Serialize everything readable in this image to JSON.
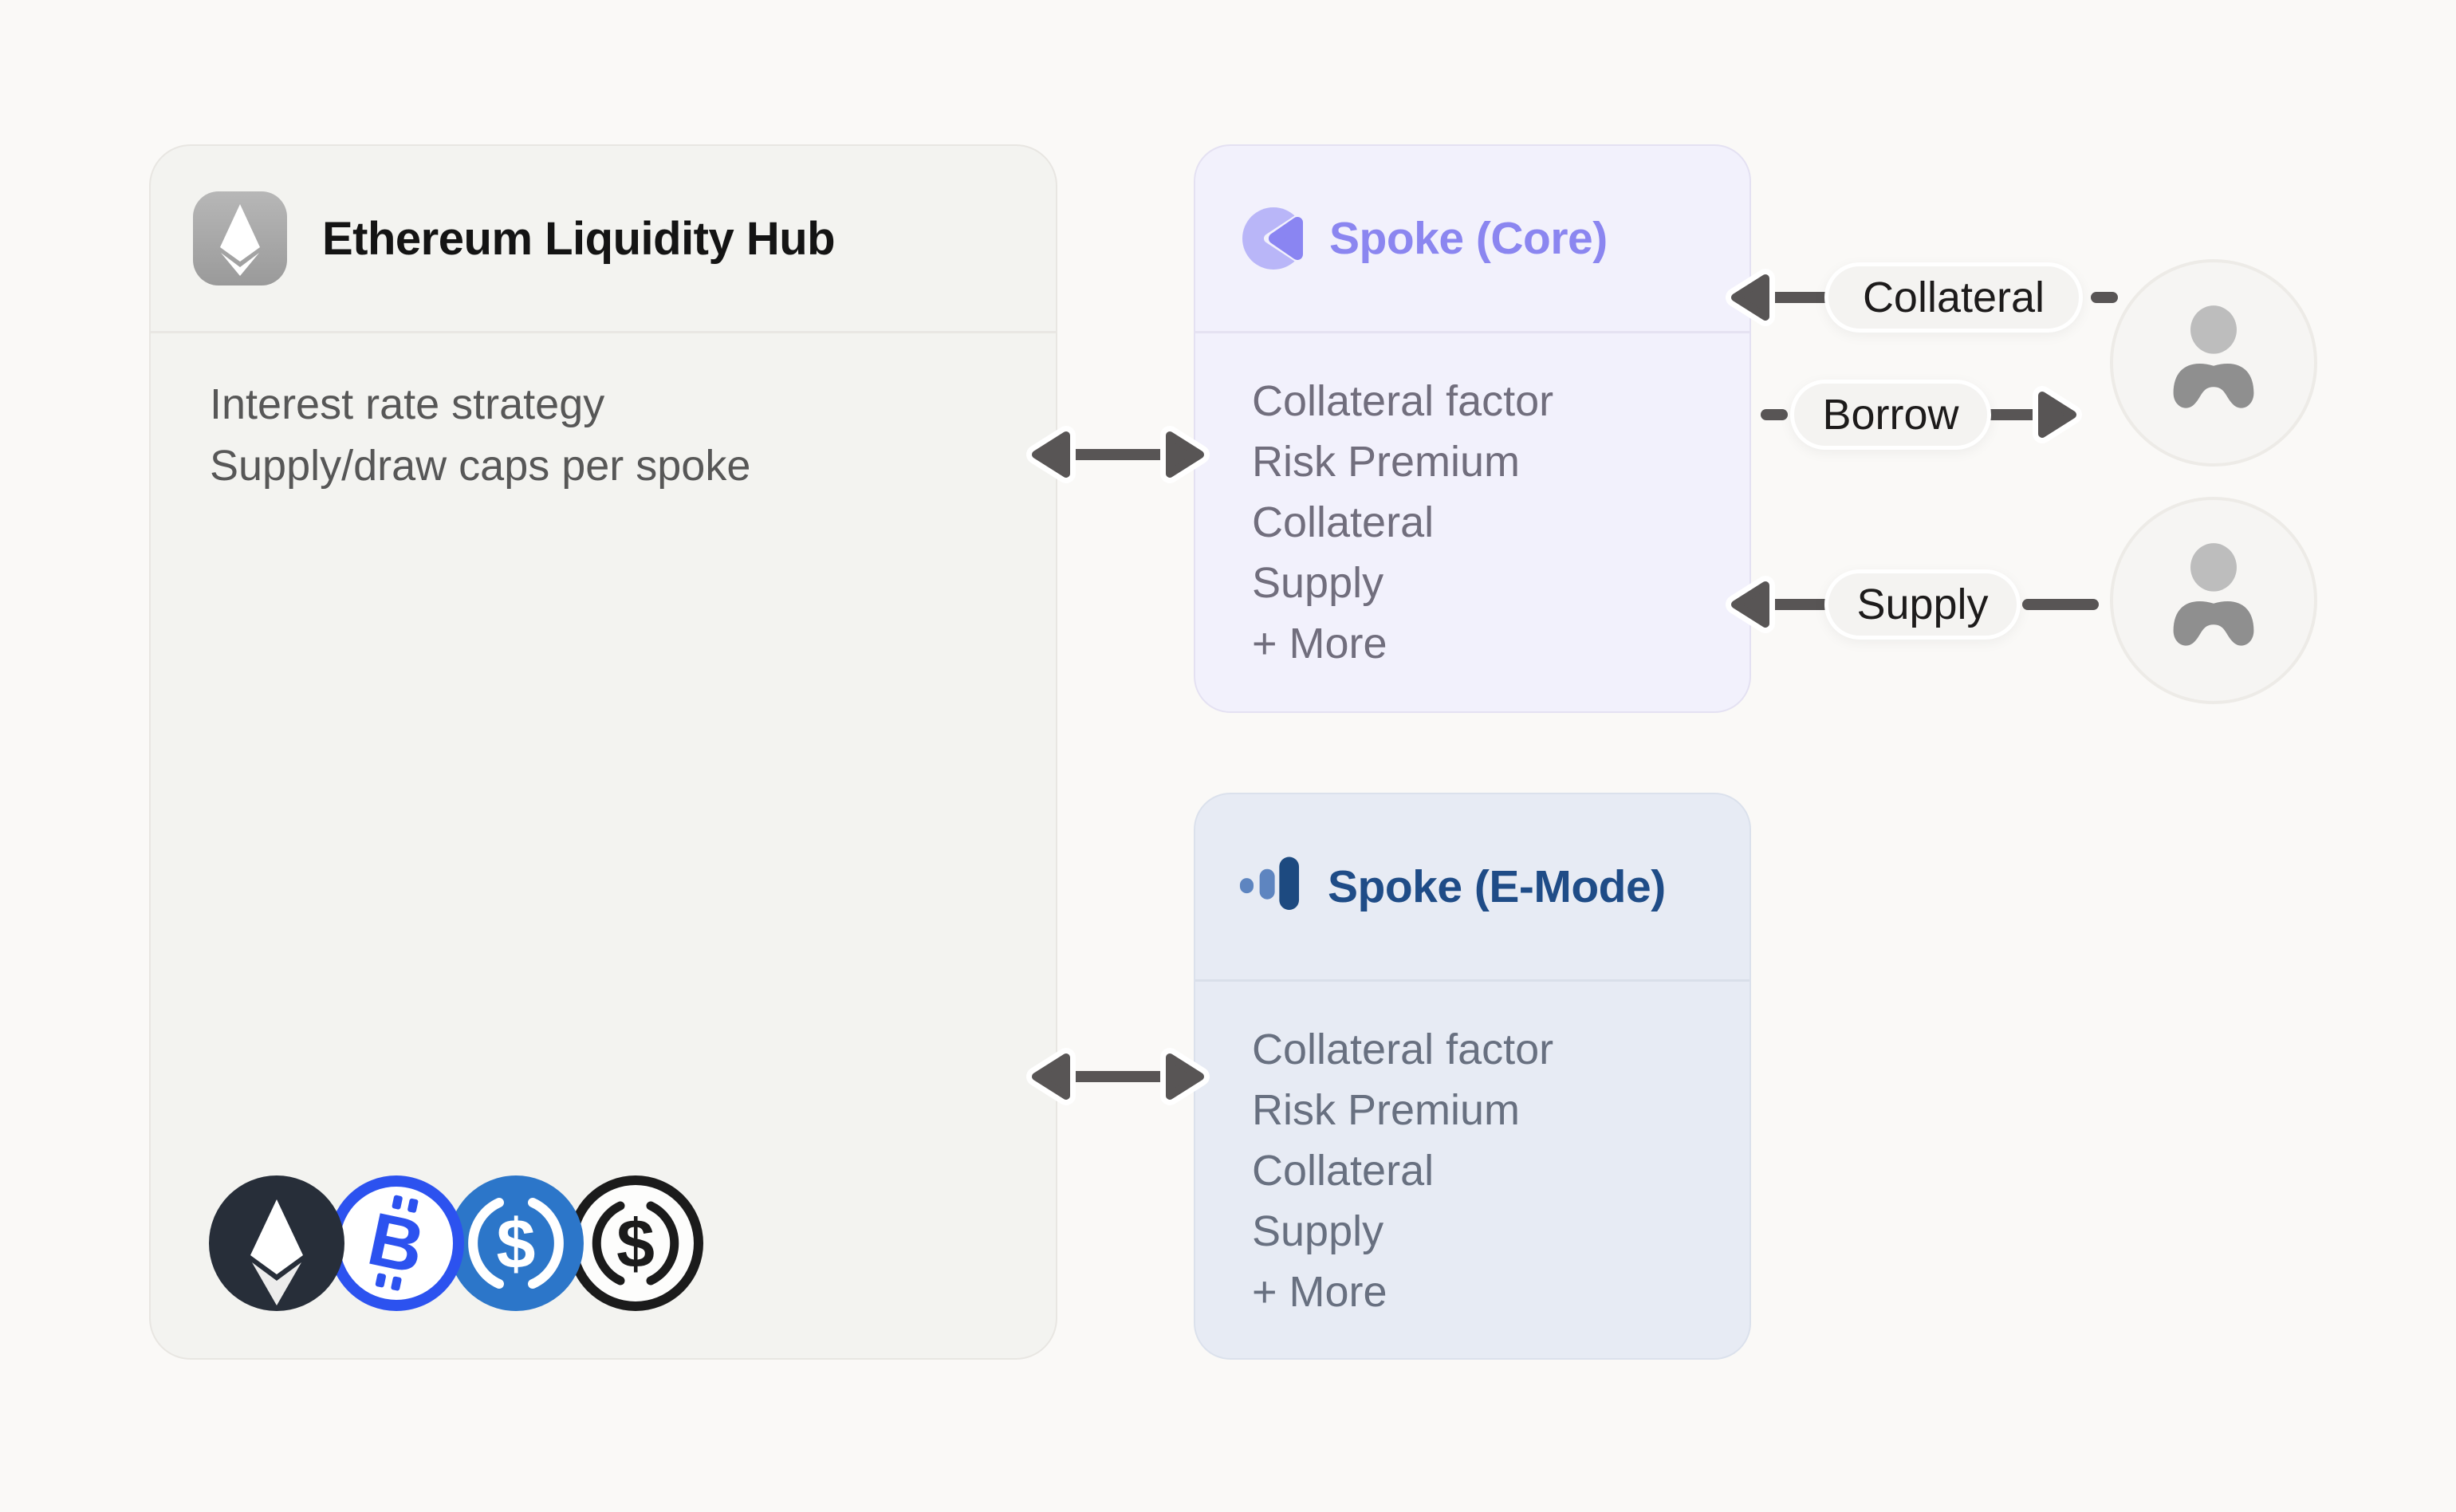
{
  "hub": {
    "title": "Ethereum Liquidity Hub",
    "icon": "ethereum-icon",
    "body_lines": [
      "Interest rate strategy",
      "Supply/draw caps per spoke"
    ],
    "assets": [
      {
        "name": "eth-coin",
        "symbol": "ETH"
      },
      {
        "name": "btc-coin",
        "symbol": "BTC",
        "glyph": "B"
      },
      {
        "name": "usdc-coin",
        "symbol": "USDC",
        "glyph": "$"
      },
      {
        "name": "usd-outline-coin",
        "symbol": "USD",
        "glyph": "$"
      }
    ]
  },
  "spoke_core": {
    "title": "Spoke (Core)",
    "icon": "core-crescent-icon",
    "accent": "#8b86f0",
    "items": [
      "Collateral factor",
      "Risk Premium",
      "Collateral",
      "Supply",
      "+ More"
    ]
  },
  "spoke_emode": {
    "title": "Spoke (E-Mode)",
    "icon": "emode-bars-icon",
    "accent": "#1f4c87",
    "items": [
      "Collateral factor",
      "Risk Premium",
      "Collateral",
      "Supply",
      "+ More"
    ]
  },
  "flows": {
    "collateral_label": "Collateral",
    "borrow_label": "Borrow",
    "supply_label": "Supply"
  },
  "actors": [
    {
      "name": "user-1",
      "icon": "user-icon"
    },
    {
      "name": "user-2",
      "icon": "user-icon"
    }
  ],
  "colors": {
    "canvas_bg": "#faf9f7",
    "hub_card_bg": "#f3f3f0",
    "core_card_bg": "#f2f1fc",
    "core_accent": "#8b86f0",
    "emode_card_bg": "#e7ebf4",
    "emode_accent": "#1f4c87",
    "arrow": "#585555",
    "pill_bg": "#f4f3f1",
    "eth_coin_bg": "#272e39",
    "btc_blue": "#2c52ef",
    "usdc_blue": "#2c76c9",
    "usd_outline": "#1b1b1b"
  }
}
